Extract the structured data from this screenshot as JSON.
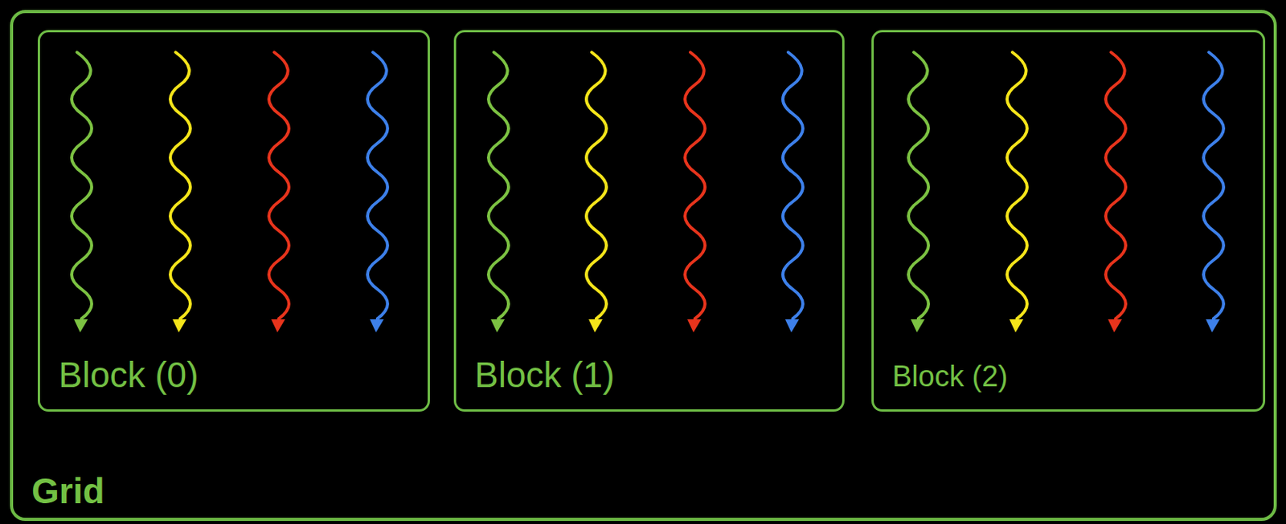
{
  "diagram": {
    "nodes": [
      {
        "text": [
          "Grid"
        ]
      },
      {
        "text": [
          "Block (0)"
        ],
        "in": 0
      },
      {
        "text": [
          "Block (1)"
        ],
        "in": 0
      },
      {
        "text": [
          "Block (2)"
        ],
        "in": 0
      }
    ]
  }
}
